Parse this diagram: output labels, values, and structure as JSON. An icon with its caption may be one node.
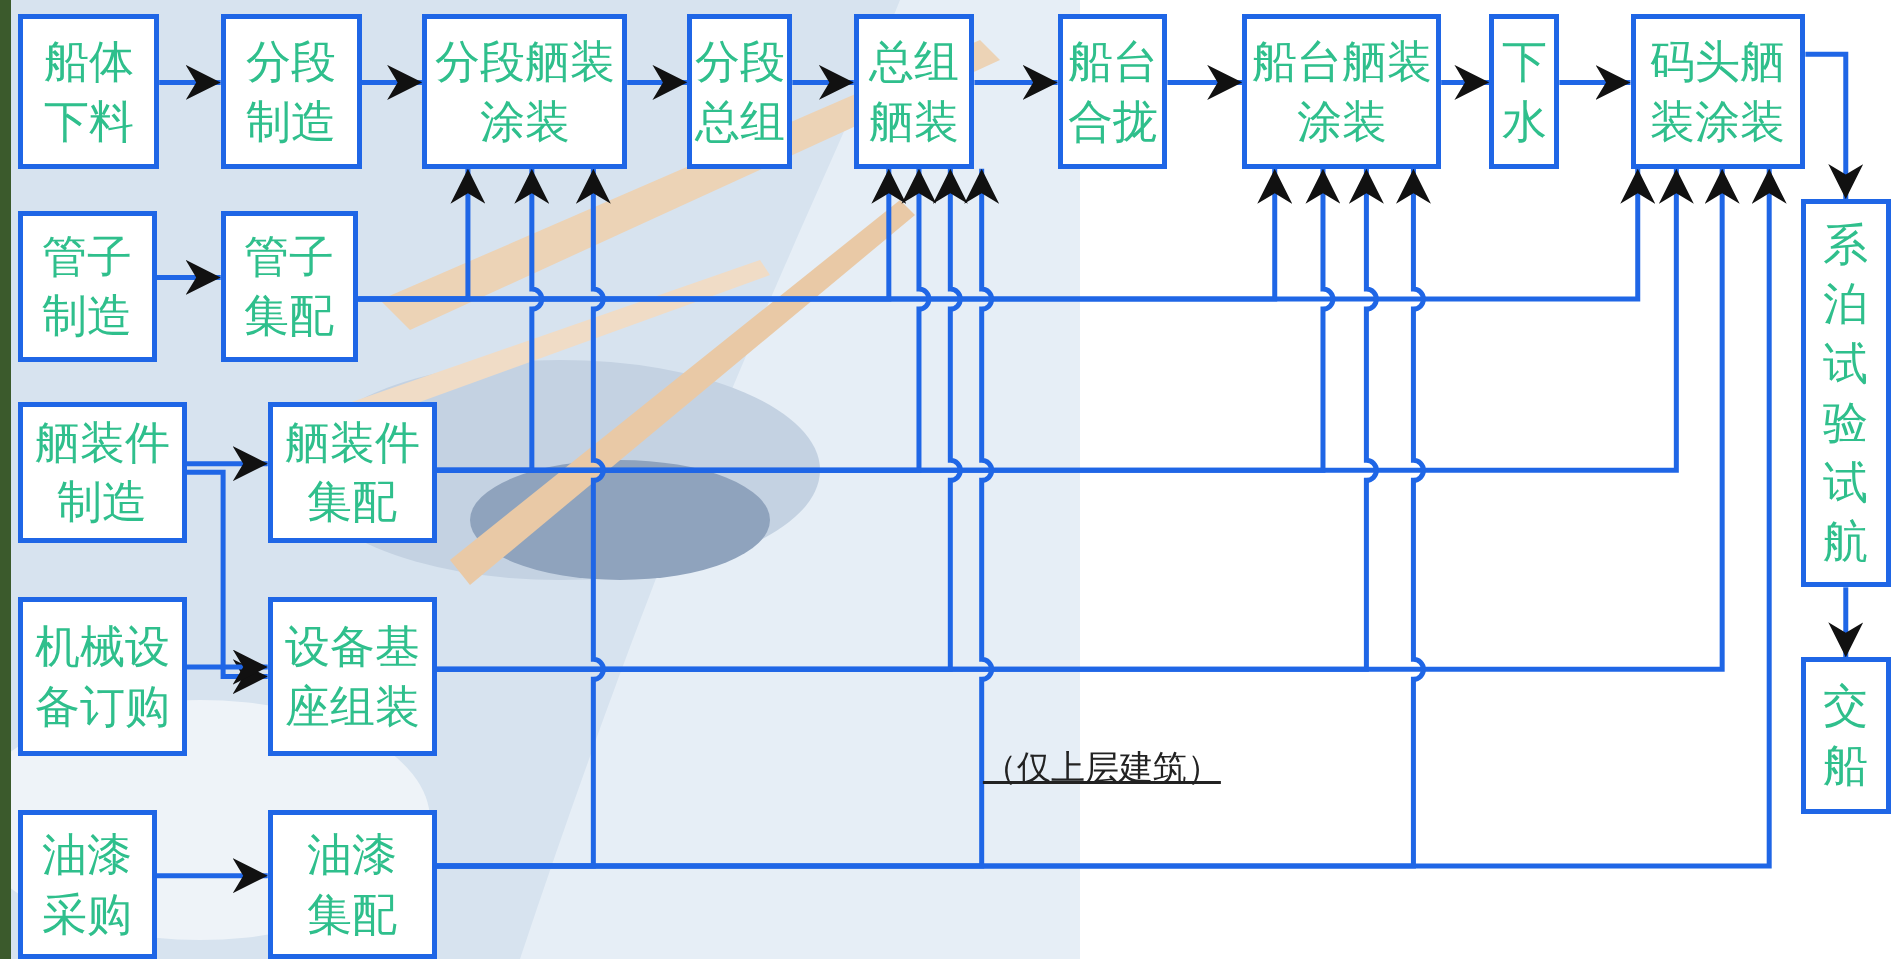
{
  "diagram": {
    "nodes": [
      {
        "text": [
          "船体下料"
        ]
      },
      {
        "text": [
          "分段制造"
        ]
      },
      {
        "text": [
          "分段舾装涂装"
        ]
      },
      {
        "text": [
          "分段总组"
        ]
      },
      {
        "text": [
          "总组舾装"
        ]
      },
      {
        "text": [
          "船台合拢"
        ]
      },
      {
        "text": [
          "船台舾装涂装"
        ]
      },
      {
        "text": [
          "下水"
        ]
      },
      {
        "text": [
          "码头舾装涂装"
        ]
      },
      {
        "text": [
          "管子制造"
        ]
      },
      {
        "text": [
          "管子集配"
        ]
      },
      {
        "text": [
          "舾装件制造"
        ]
      },
      {
        "text": [
          "舾装件集配"
        ]
      },
      {
        "text": [
          "机械设备订购"
        ]
      },
      {
        "text": [
          "设备基座组装"
        ]
      },
      {
        "text": [
          "油漆采购"
        ]
      },
      {
        "text": [
          "油漆集配"
        ]
      },
      {
        "text": [
          "系泊试验试航"
        ]
      },
      {
        "text": [
          "交船"
        ]
      }
    ],
    "edges": [
      {
        "from": 0,
        "to": 1,
        "arrow": "to"
      },
      {
        "from": 1,
        "to": 2,
        "arrow": "to"
      },
      {
        "from": 2,
        "to": 3,
        "arrow": "to"
      },
      {
        "from": 3,
        "to": 4,
        "arrow": "to"
      },
      {
        "from": 4,
        "to": 5,
        "arrow": "to"
      },
      {
        "from": 5,
        "to": 6,
        "arrow": "to"
      },
      {
        "from": 6,
        "to": 7,
        "arrow": "to"
      },
      {
        "from": 7,
        "to": 8,
        "arrow": "to"
      },
      {
        "from": 8,
        "to": 17,
        "arrow": "to"
      },
      {
        "from": 17,
        "to": 18,
        "arrow": "to"
      },
      {
        "from": 9,
        "to": 10,
        "arrow": "to"
      },
      {
        "from": 11,
        "to": 12,
        "arrow": "to"
      },
      {
        "from": 11,
        "to": 14,
        "arrow": "to"
      },
      {
        "from": 13,
        "to": 14,
        "arrow": "to"
      },
      {
        "from": 15,
        "to": 16,
        "arrow": "to"
      },
      {
        "from": 10,
        "to": 2,
        "arrow": "to"
      },
      {
        "from": 10,
        "to": 4,
        "arrow": "to"
      },
      {
        "from": 10,
        "to": 6,
        "arrow": "to"
      },
      {
        "from": 10,
        "to": 8,
        "arrow": "to"
      },
      {
        "from": 12,
        "to": 2,
        "arrow": "to"
      },
      {
        "from": 12,
        "to": 4,
        "arrow": "to"
      },
      {
        "from": 12,
        "to": 6,
        "arrow": "to"
      },
      {
        "from": 12,
        "to": 8,
        "arrow": "to"
      },
      {
        "from": 14,
        "to": 4,
        "arrow": "to"
      },
      {
        "from": 14,
        "to": 6,
        "arrow": "to"
      },
      {
        "from": 14,
        "to": 8,
        "arrow": "to"
      },
      {
        "from": 16,
        "to": 2,
        "arrow": "to"
      },
      {
        "from": 16,
        "to": 4,
        "arrow": "to"
      },
      {
        "from": 16,
        "to": 6,
        "arrow": "to"
      },
      {
        "from": 16,
        "to": 8,
        "arrow": "to"
      }
    ],
    "labels": [
      "（仅上层建筑）"
    ]
  }
}
